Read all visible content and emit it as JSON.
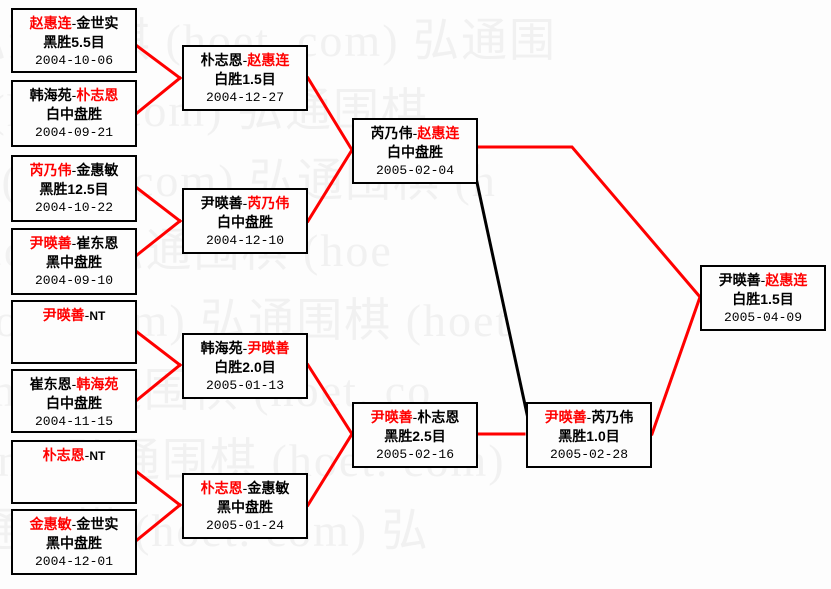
{
  "colors": {
    "winner": "#ff0000",
    "loser": "#000000",
    "link_red": "#ff0000",
    "link_black": "#000000",
    "box_border": "#000000",
    "background": "#fdfdfd",
    "watermark": "#f1f1f1"
  },
  "watermark": {
    "text": "弘通围棋 (hoet. com)",
    "rows": [
      "弘通围棋 (hoet. com)  弘通围",
      "围棋 (hoet. com)  弘通围棋",
      "棋 (hoet. com)  弘通围棋 (h",
      "(hoet. com)  弘通围棋 (hoe",
      "hoet. com)  弘通围棋 (hoet",
      "t. com)  弘通围棋 (hoet. co",
      "com)  弘通围棋 (hoet. com)",
      "m)  弘通围棋 (hoet. com)  弘"
    ]
  },
  "matches": {
    "r1m1": {
      "player_left": "赵惠连",
      "player_right": "金世实",
      "winner": "left",
      "result": "黑胜5.5目",
      "date": "2004-10-06"
    },
    "r1m2": {
      "player_left": "韩海苑",
      "player_right": "朴志恩",
      "winner": "right",
      "result": "白中盘胜",
      "date": "2004-09-21"
    },
    "r1m3": {
      "player_left": "芮乃伟",
      "player_right": "金惠敏",
      "winner": "left",
      "result": "黑胜12.5目",
      "date": "2004-10-22"
    },
    "r1m4": {
      "player_left": "尹暎善",
      "player_right": "崔东恩",
      "winner": "left",
      "result": "黑中盘胜",
      "date": "2004-09-10"
    },
    "r1m5": {
      "player_left": "尹暎善",
      "player_right": "NT",
      "winner": "left",
      "result": "",
      "date": ""
    },
    "r1m6": {
      "player_left": "崔东恩",
      "player_right": "韩海苑",
      "winner": "right",
      "result": "白中盘胜",
      "date": "2004-11-15"
    },
    "r1m7": {
      "player_left": "朴志恩",
      "player_right": "NT",
      "winner": "left",
      "result": "",
      "date": ""
    },
    "r1m8": {
      "player_left": "金惠敏",
      "player_right": "金世实",
      "winner": "left",
      "result": "黑中盘胜",
      "date": "2004-12-01"
    },
    "r2m1": {
      "player_left": "朴志恩",
      "player_right": "赵惠连",
      "winner": "right",
      "result": "白胜1.5目",
      "date": "2004-12-27"
    },
    "r2m2": {
      "player_left": "尹暎善",
      "player_right": "芮乃伟",
      "winner": "right",
      "result": "白中盘胜",
      "date": "2004-12-10"
    },
    "r2m3": {
      "player_left": "韩海苑",
      "player_right": "尹暎善",
      "winner": "right",
      "result": "白胜2.0目",
      "date": "2005-01-13"
    },
    "r2m4": {
      "player_left": "朴志恩",
      "player_right": "金惠敏",
      "winner": "left",
      "result": "黑中盘胜",
      "date": "2005-01-24"
    },
    "r3m1": {
      "player_left": "芮乃伟",
      "player_right": "赵惠连",
      "winner": "right",
      "result": "白中盘胜",
      "date": "2005-02-04"
    },
    "r3m2": {
      "player_left": "尹暎善",
      "player_right": "朴志恩",
      "winner": "left",
      "result": "黑胜2.5目",
      "date": "2005-02-16"
    },
    "r4m1": {
      "player_left": "尹暎善",
      "player_right": "芮乃伟",
      "winner": "left",
      "result": "黑胜1.0目",
      "date": "2005-02-28"
    },
    "final": {
      "player_left": "尹暎善",
      "player_right": "赵惠连",
      "winner": "right",
      "result": "白胜1.5目",
      "date": "2005-04-09"
    }
  }
}
